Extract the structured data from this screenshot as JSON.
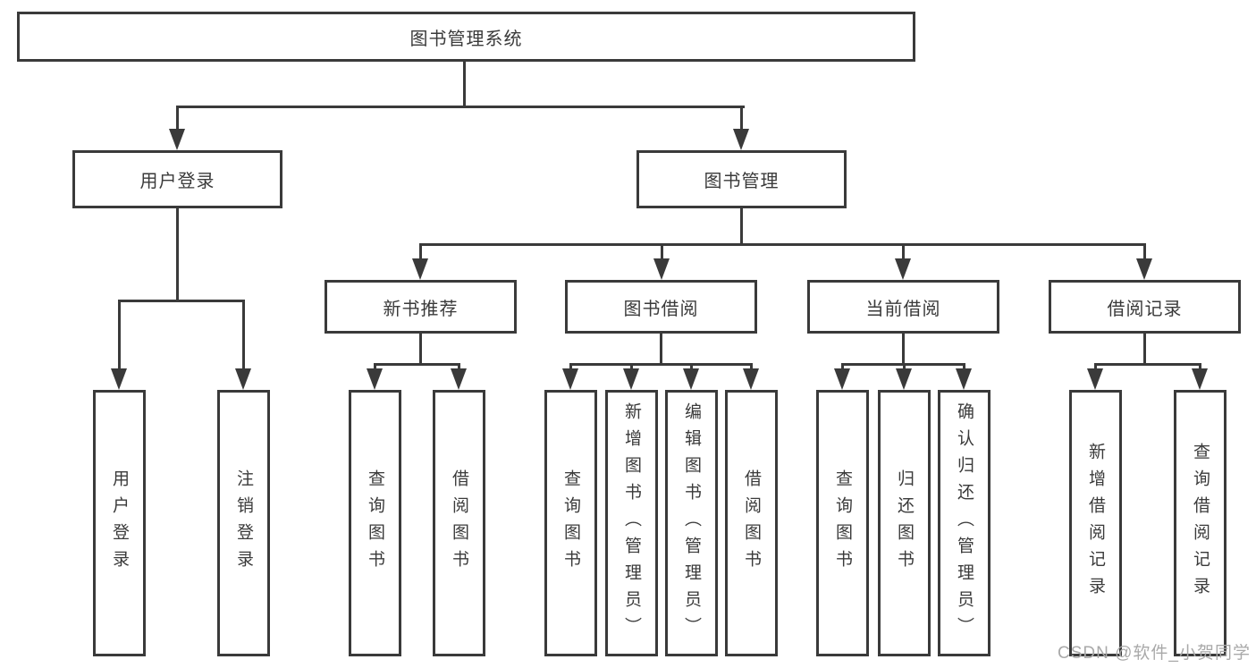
{
  "tree": {
    "root": {
      "label": "图书管理系统"
    },
    "children": [
      {
        "label": "用户登录",
        "children": [
          {
            "label": "用户登录"
          },
          {
            "label": "注销登录"
          }
        ]
      },
      {
        "label": "图书管理",
        "children": [
          {
            "label": "新书推荐",
            "children": [
              {
                "label": "查询图书"
              },
              {
                "label": "借阅图书"
              }
            ]
          },
          {
            "label": "图书借阅",
            "children": [
              {
                "label": "查询图书"
              },
              {
                "label": "新增图书（管理员）"
              },
              {
                "label": "编辑图书（管理员）"
              },
              {
                "label": "借阅图书"
              }
            ]
          },
          {
            "label": "当前借阅",
            "children": [
              {
                "label": "查询图书"
              },
              {
                "label": "归还图书"
              },
              {
                "label": "确认归还（管理员）"
              }
            ]
          },
          {
            "label": "借阅记录",
            "children": [
              {
                "label": "新增借阅记录"
              },
              {
                "label": "查询借阅记录"
              }
            ]
          }
        ]
      }
    ]
  },
  "watermark": {
    "text": "CSDN @软件_小贺同学"
  },
  "colors": {
    "line": "#3a3a3a",
    "text": "#3a3a3a",
    "watermark": "#a9a9a9",
    "bg": "#ffffff"
  }
}
